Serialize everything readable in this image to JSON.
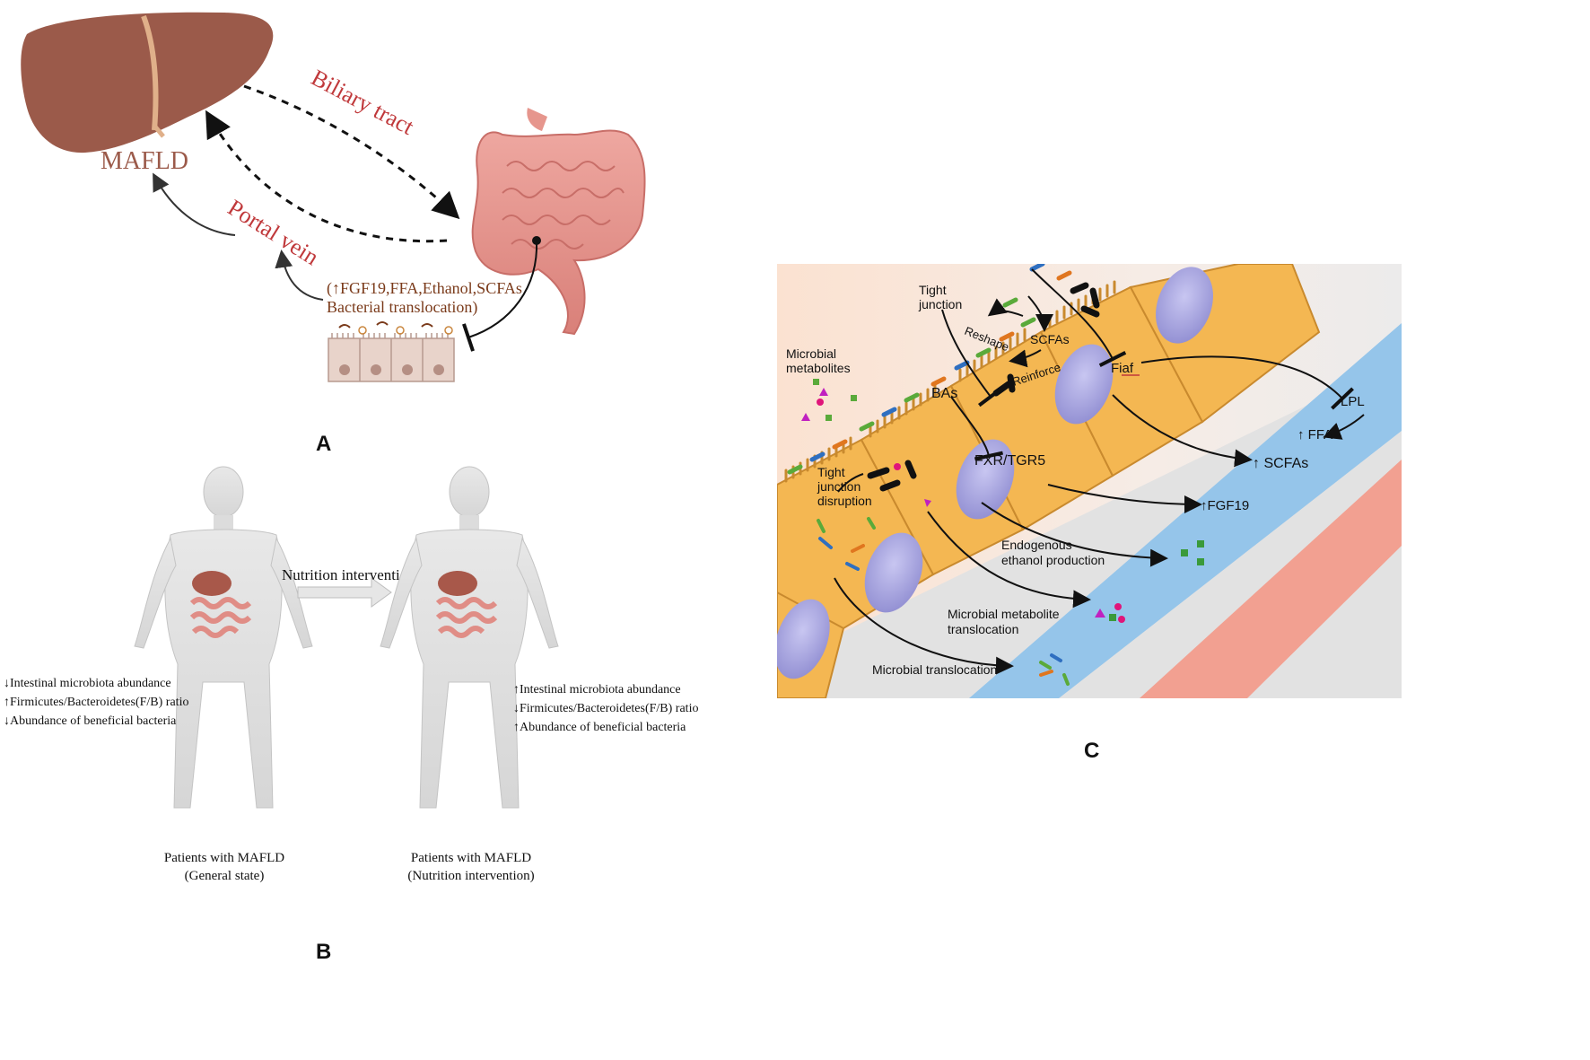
{
  "panel_a": {
    "letter": "A",
    "liver_label": "MAFLD",
    "biliary_label": "Biliary tract",
    "portal_label": "Portal vein",
    "factors_line1": "(↑FGF19,FFA,Ethanol,SCFAs",
    "factors_line2": "Bacterial translocation)"
  },
  "panel_b": {
    "letter": "B",
    "arrow_label": "Nutrition intervention",
    "left_lines": [
      "↓Intestinal microbiota abundance",
      "↑Firmicutes/Bacteroidetes(F/B) ratio",
      "↓Abundance of beneficial bacteria"
    ],
    "right_lines": [
      "↑Intestinal microbiota abundance",
      "↓Firmicutes/Bacteroidetes(F/B) ratio",
      "↑Abundance of beneficial bacteria"
    ],
    "left_caption_1": "Patients with MAFLD",
    "left_caption_2": "(General state)",
    "right_caption_1": "Patients with MAFLD",
    "right_caption_2": "(Nutrition intervention)"
  },
  "panel_c": {
    "letter": "C",
    "tight_junction_1": "Tight",
    "tight_junction_2": "junction",
    "microbial_metabolites_1": "Microbial",
    "microbial_metabolites_2": "metabolites",
    "scfas_top": "SCFAs",
    "reshape": "Reshape",
    "reinforce": "Reinforce",
    "bas": "BAs",
    "fiaf": "Fiaf",
    "lpl": "LPL",
    "ffa": "↑ FFA",
    "scfas_blood": "↑ SCFAs",
    "fxr": "FXR/TGR5",
    "fgf19": "↑FGF19",
    "tjd_1": "Tight",
    "tjd_2": "junction",
    "tjd_3": "disruption",
    "endo_1": "Endogenous",
    "endo_2": "ethanol production",
    "mmt_1": "Microbial metabolite",
    "mmt_2": "translocation",
    "microbial_translocation": "Microbial translocation"
  },
  "colors": {
    "liver": "#9b5a4a",
    "red_label": "#c0393b",
    "brown_text": "#7a3a1a",
    "cell": "#f4b752",
    "nucleus": "#a9a7e0",
    "blood": "#95c5ea",
    "artery": "#f2a091"
  }
}
